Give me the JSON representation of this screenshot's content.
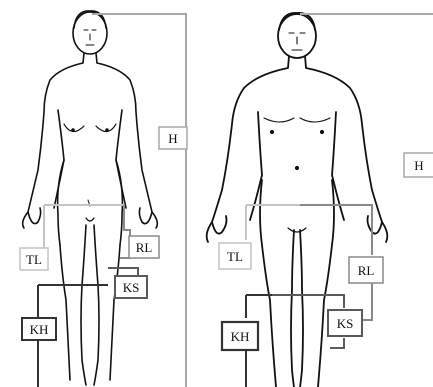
{
  "figure_female": {
    "label_h": "H",
    "label_tl": "TL",
    "label_rl": "RL",
    "label_ks": "KS",
    "label_kh": "KH"
  },
  "figure_male": {
    "label_h": "H",
    "label_tl": "TL",
    "label_rl": "RL",
    "label_ks": "KS",
    "label_kh": "KH"
  },
  "colors": {
    "outline": "#111111",
    "h_line": "#a8a8a8",
    "tl_line": "#c4c4c4",
    "rl_line": "#8a8a8a",
    "ks_line": "#5a5a5a",
    "kh_line": "#333333"
  }
}
